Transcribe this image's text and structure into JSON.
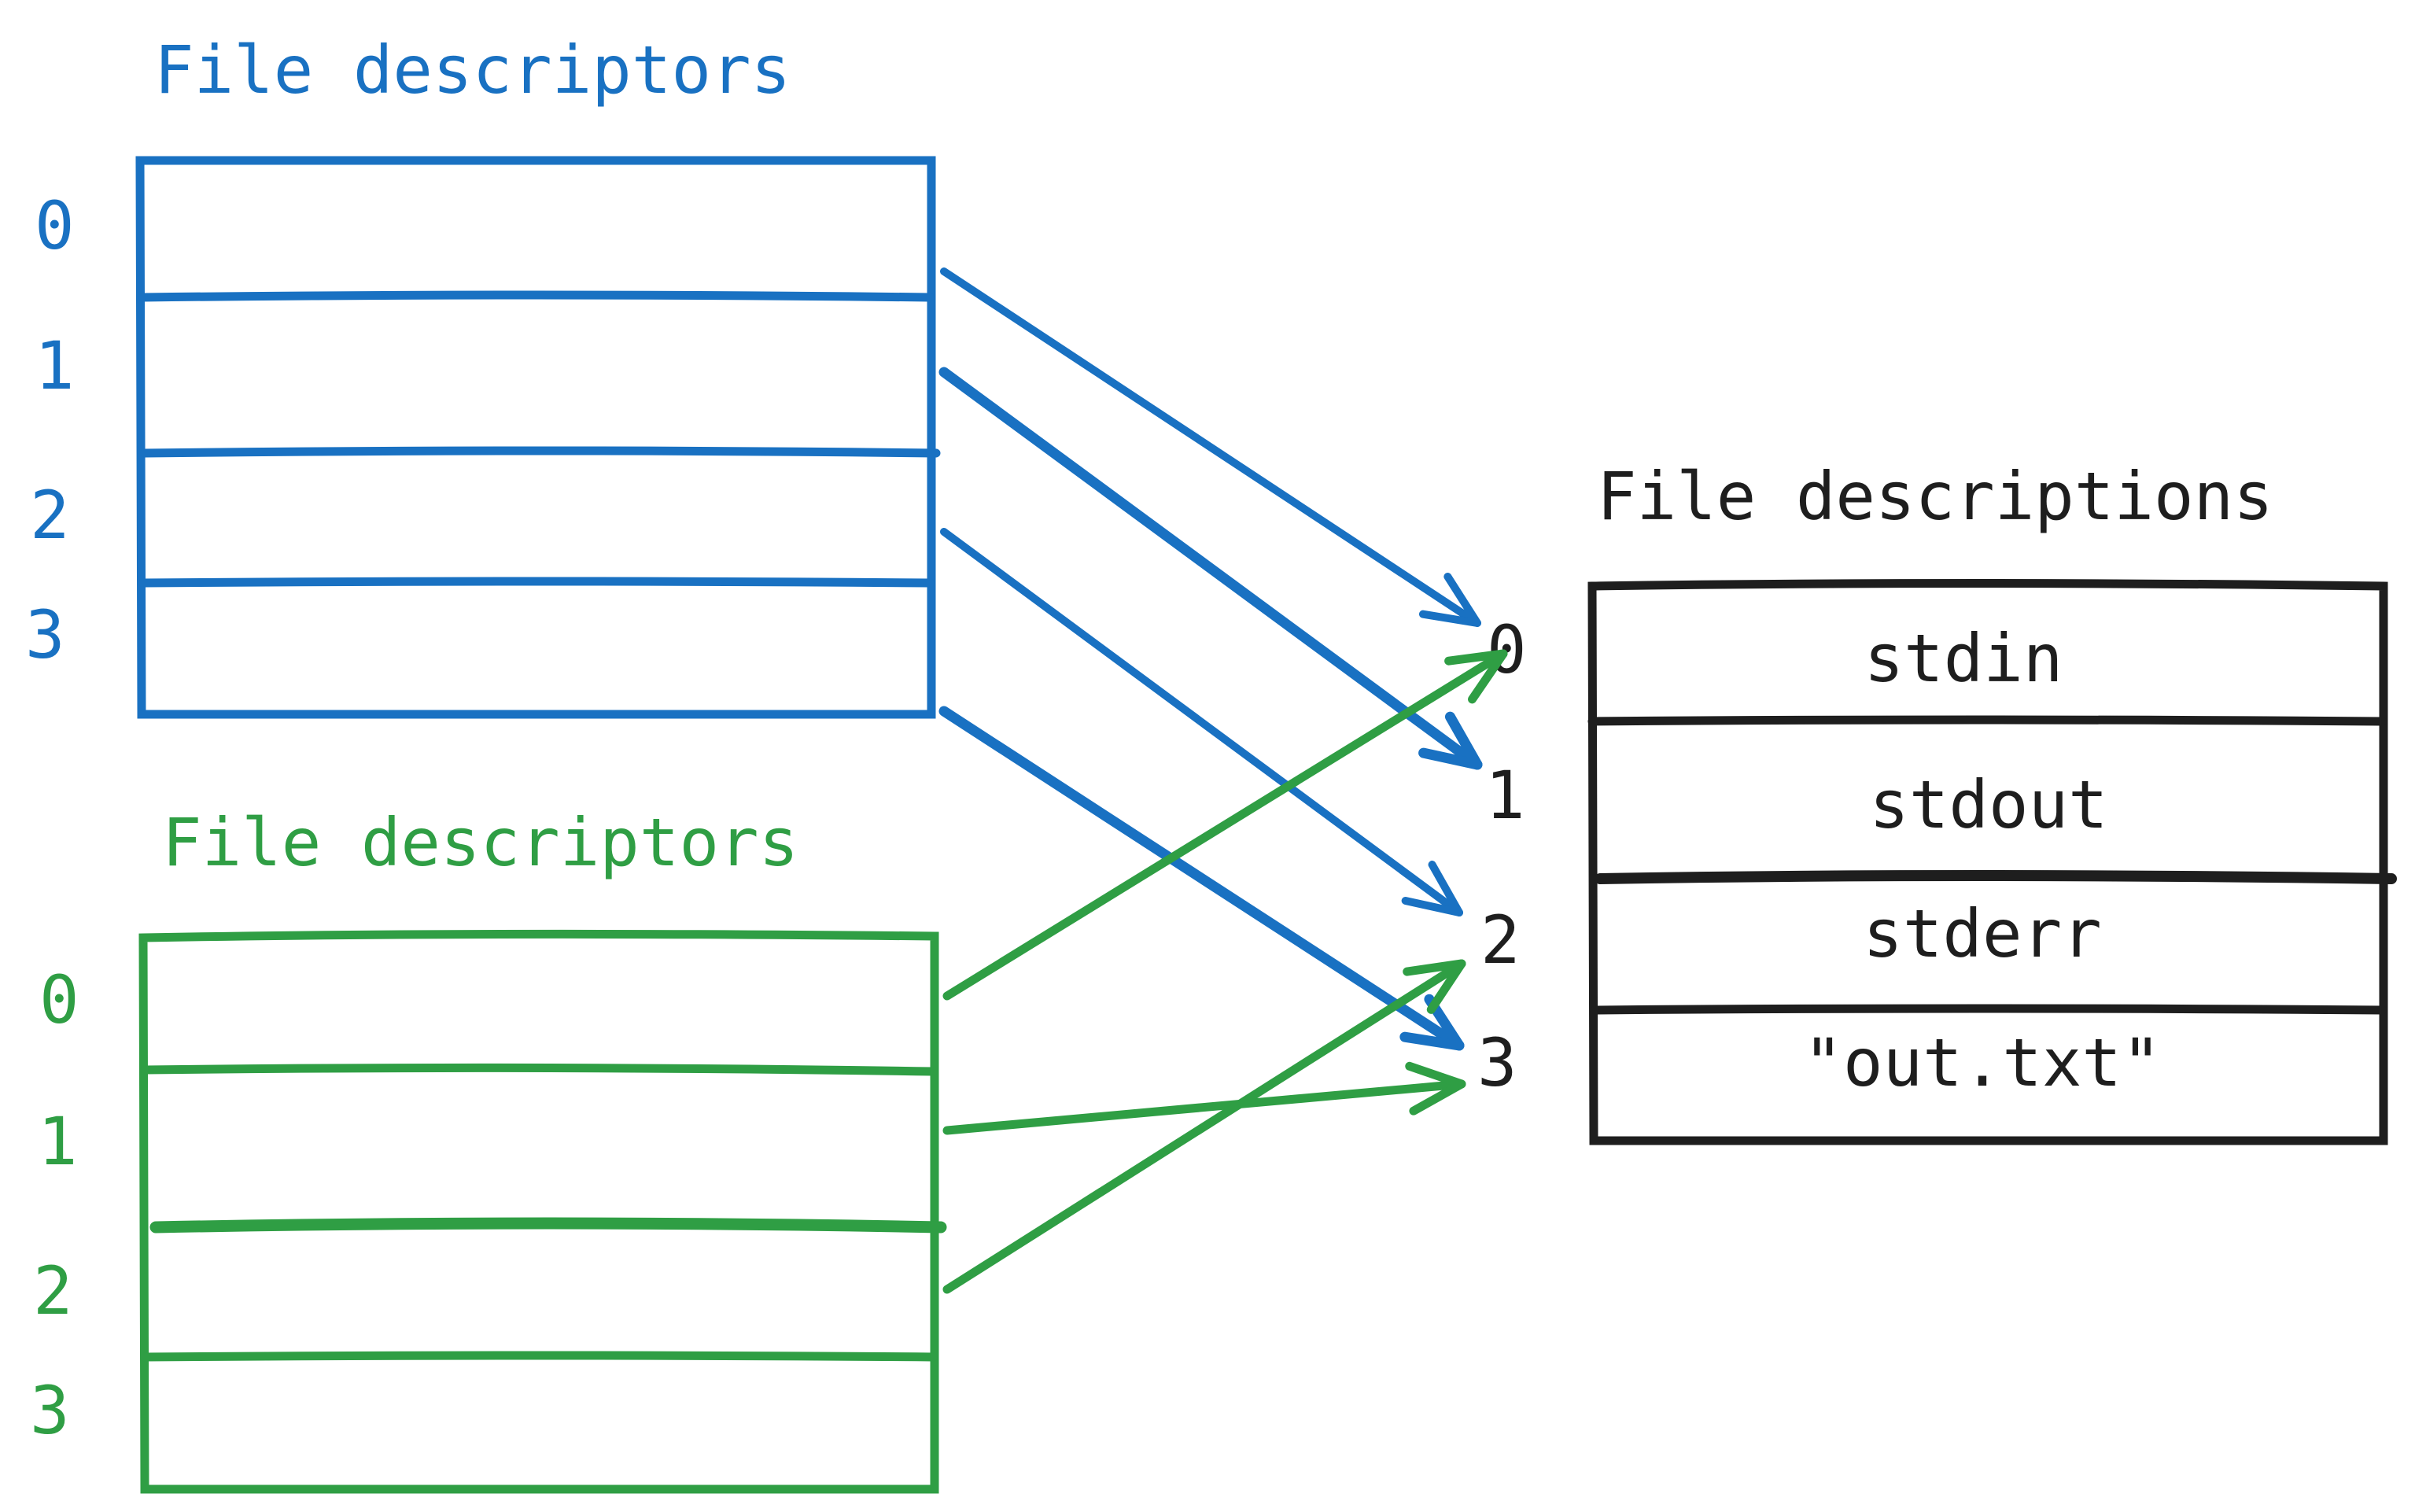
{
  "colors": {
    "process_a": "#1971c2",
    "process_b": "#2f9e44",
    "kernel": "#1e1e1e"
  },
  "process_a": {
    "title": "File descriptors",
    "indices": [
      "0",
      "1",
      "2",
      "3"
    ],
    "mapping": [
      {
        "from": 0,
        "to": 0
      },
      {
        "from": 1,
        "to": 1
      },
      {
        "from": 2,
        "to": 2
      },
      {
        "from": 3,
        "to": 3
      }
    ]
  },
  "process_b": {
    "title": "File descriptors",
    "indices": [
      "0",
      "1",
      "2",
      "3"
    ],
    "mapping": [
      {
        "from": 0,
        "to": 0
      },
      {
        "from": 1,
        "to": 3
      },
      {
        "from": 2,
        "to": 2
      }
    ]
  },
  "descriptions": {
    "title": "File descriptions",
    "indices": [
      "0",
      "1",
      "2",
      "3"
    ],
    "entries": [
      "stdin",
      "stdout",
      "stderr",
      "\"out.txt\""
    ]
  }
}
